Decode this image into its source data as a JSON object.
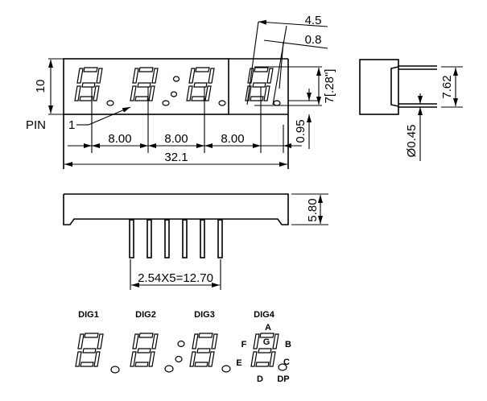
{
  "drawing": {
    "front_view": {
      "height_label": "10",
      "pin_label": "PIN",
      "pin_number": "1",
      "pitch_labels": [
        "8.00",
        "8.00",
        "8.00"
      ],
      "total_width_label": "32.1",
      "segment_width_label": "4.5",
      "segment_thickness_label": "0.8",
      "digit_height_label": "7[.28\"]",
      "offset_label": "0.95"
    },
    "side_view": {
      "row_spacing_label": "7.62",
      "pin_diameter_label": "Ø0.45"
    },
    "bottom_view": {
      "body_height_label": "5.80",
      "pin_spacing_label": "2.54X5=12.70",
      "pin_count": 6
    },
    "segment_diagram": {
      "digits": [
        "DIG1",
        "DIG2",
        "DIG3",
        "DIG4"
      ],
      "segments": {
        "a": "A",
        "b": "B",
        "c": "C",
        "d": "D",
        "e": "E",
        "f": "F",
        "g": "G",
        "dp": "DP"
      }
    }
  }
}
